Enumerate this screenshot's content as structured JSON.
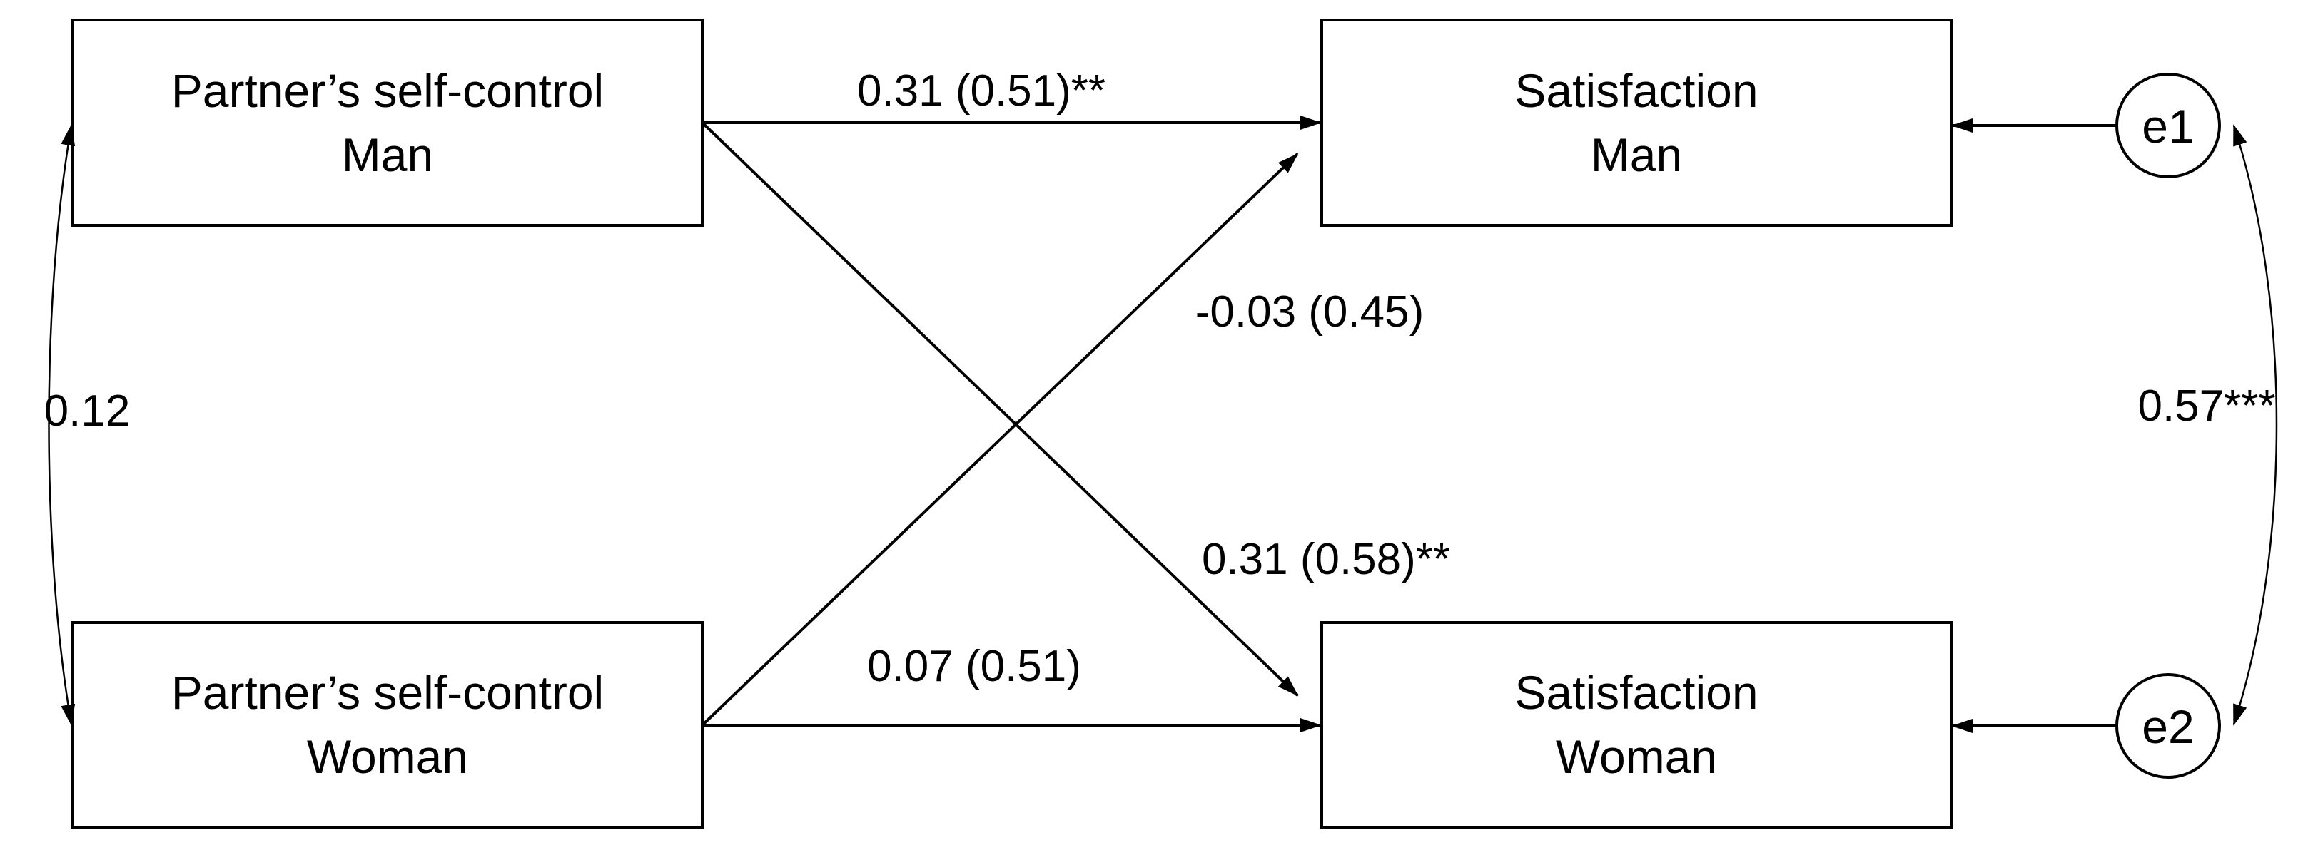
{
  "nodes": {
    "psc_man": {
      "line1": "Partner’s self-control",
      "line2": "Man"
    },
    "psc_woman": {
      "line1": "Partner’s self-control",
      "line2": "Woman"
    },
    "sat_man": {
      "line1": "Satisfaction",
      "line2": "Man"
    },
    "sat_woman": {
      "line1": "Satisfaction",
      "line2": "Woman"
    },
    "e1": {
      "label": "e1"
    },
    "e2": {
      "label": "e2"
    }
  },
  "edges": {
    "psc_man_to_sat_man": "0.31 (0.51)**",
    "psc_woman_to_sat_man": "-0.03 (0.45)",
    "psc_man_to_sat_woman": "0.31 (0.58)**",
    "psc_woman_to_sat_woman": "0.07 (0.51)",
    "cov_psc": "0.12",
    "cov_errors": "0.57***"
  }
}
